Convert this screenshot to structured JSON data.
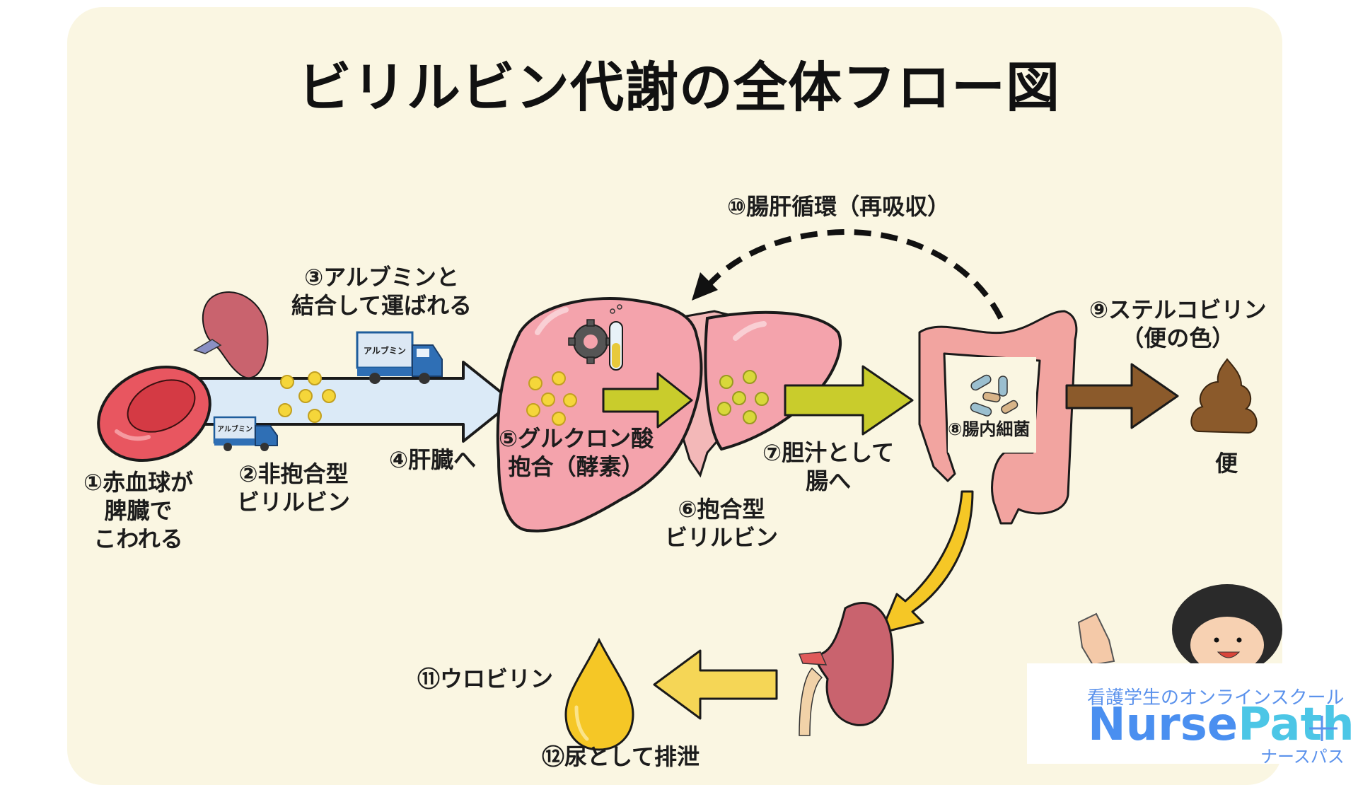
{
  "title": "ビリルビン代謝の全体フロー図",
  "steps": {
    "s1": [
      "①赤血球が",
      "脾臓で",
      "こわれる"
    ],
    "s2": [
      "②非抱合型",
      "ビリルビン"
    ],
    "s3": [
      "③アルブミンと",
      "結合して運ばれる"
    ],
    "s4": "④肝臓へ",
    "s5": [
      "⑤グルクロン酸",
      "抱合（酵素）"
    ],
    "s6": [
      "⑥抱合型",
      "ビリルビン"
    ],
    "s7": [
      "⑦胆汁として",
      "腸へ"
    ],
    "s8": "⑧腸内細菌",
    "s9": [
      "⑨ステルコビリン",
      "（便の色）"
    ],
    "s10": "⑩腸肝循環（再吸収）",
    "s11": "⑪ウロビリン",
    "s12": "⑫尿として排泄"
  },
  "stool_label": "便",
  "truck_label": "アルブミン",
  "colors": {
    "background": "#faf6e2",
    "blood_arrow": "#dbeaf7",
    "liver": "#f4a3ac",
    "bile_arrow": "#c9cc2c",
    "stool": "#8b5a2b",
    "urine": "#f5cf3a",
    "brand_blue": "#4a8ff0",
    "brand_cyan": "#4cc6e6"
  },
  "logo": {
    "tagline": "看護学生のオンラインスクール",
    "brand_part1": "Nurse",
    "brand_part2": "Path",
    "brand_kana": "ナースパス"
  }
}
